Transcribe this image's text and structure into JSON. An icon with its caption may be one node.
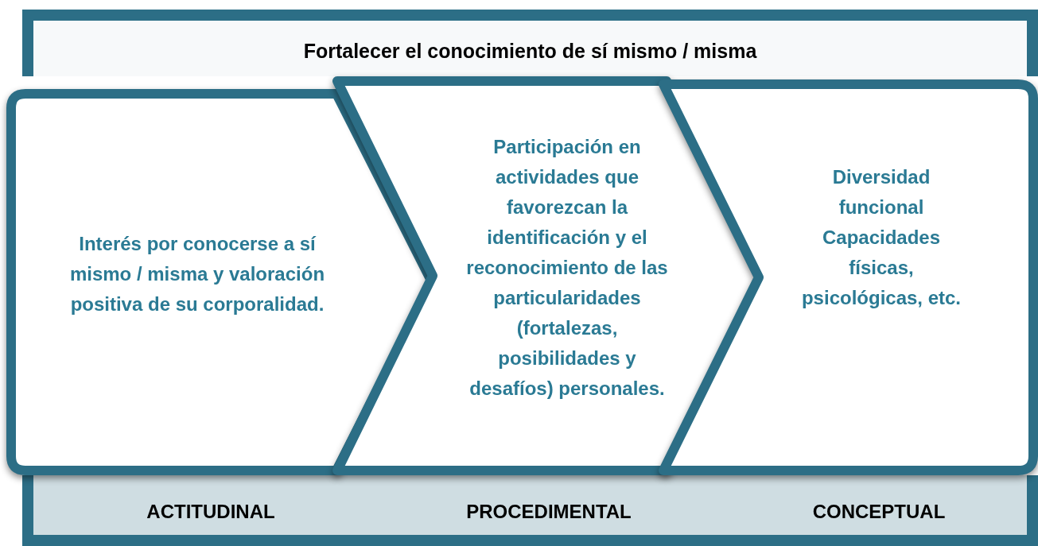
{
  "diagram": {
    "nodes": [
      {
        "text": [
          "Fortalecer el conocimiento de sí mismo / misma"
        ]
      },
      {
        "text": [
          "Interés por conocerse a sí mismo / misma y valoración positiva de su corporalidad."
        ],
        "beside": [
          "ACTITUDINAL"
        ]
      },
      {
        "text": [
          "Participación en actividades que favorezcan  la identificación y el reconocimiento de las particularidades (fortalezas, posibilidades y desafíos) personales."
        ],
        "beside": [
          "PROCEDIMENTAL"
        ]
      },
      {
        "text": [
          "Diversidad funcional Capacidades físicas, psicológicas, etc."
        ],
        "beside": [
          "CONCEPTUAL"
        ]
      }
    ]
  }
}
